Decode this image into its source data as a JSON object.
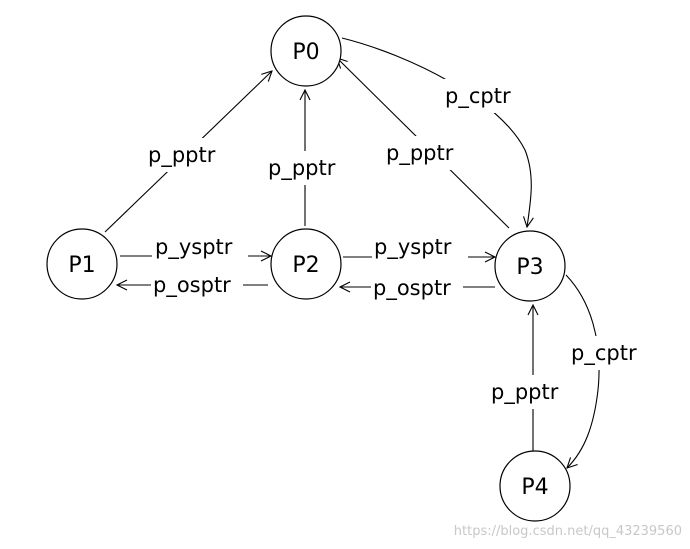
{
  "nodes": [
    {
      "id": "P0",
      "label": "P0"
    },
    {
      "id": "P1",
      "label": "P1"
    },
    {
      "id": "P2",
      "label": "P2"
    },
    {
      "id": "P3",
      "label": "P3"
    },
    {
      "id": "P4",
      "label": "P4"
    }
  ],
  "edges": [
    {
      "id": "p1-p0",
      "from": "P1",
      "to": "P0",
      "label": "p_pptr"
    },
    {
      "id": "p2-p0",
      "from": "P2",
      "to": "P0",
      "label": "p_pptr"
    },
    {
      "id": "p3-p0",
      "from": "P3",
      "to": "P0",
      "label": "p_pptr"
    },
    {
      "id": "p0-p3",
      "from": "P0",
      "to": "P3",
      "label": "p_cptr"
    },
    {
      "id": "p1-p2",
      "from": "P1",
      "to": "P2",
      "label": "p_ysptr"
    },
    {
      "id": "p2-p1",
      "from": "P2",
      "to": "P1",
      "label": "p_osptr"
    },
    {
      "id": "p2-p3",
      "from": "P2",
      "to": "P3",
      "label": "p_ysptr"
    },
    {
      "id": "p3-p2",
      "from": "P3",
      "to": "P2",
      "label": "p_osptr"
    },
    {
      "id": "p4-p3",
      "from": "P4",
      "to": "P3",
      "label": "p_pptr"
    },
    {
      "id": "p3-p4",
      "from": "P3",
      "to": "P4",
      "label": "p_cptr"
    }
  ],
  "watermark": "https://blog.csdn.net/qq_43239560"
}
